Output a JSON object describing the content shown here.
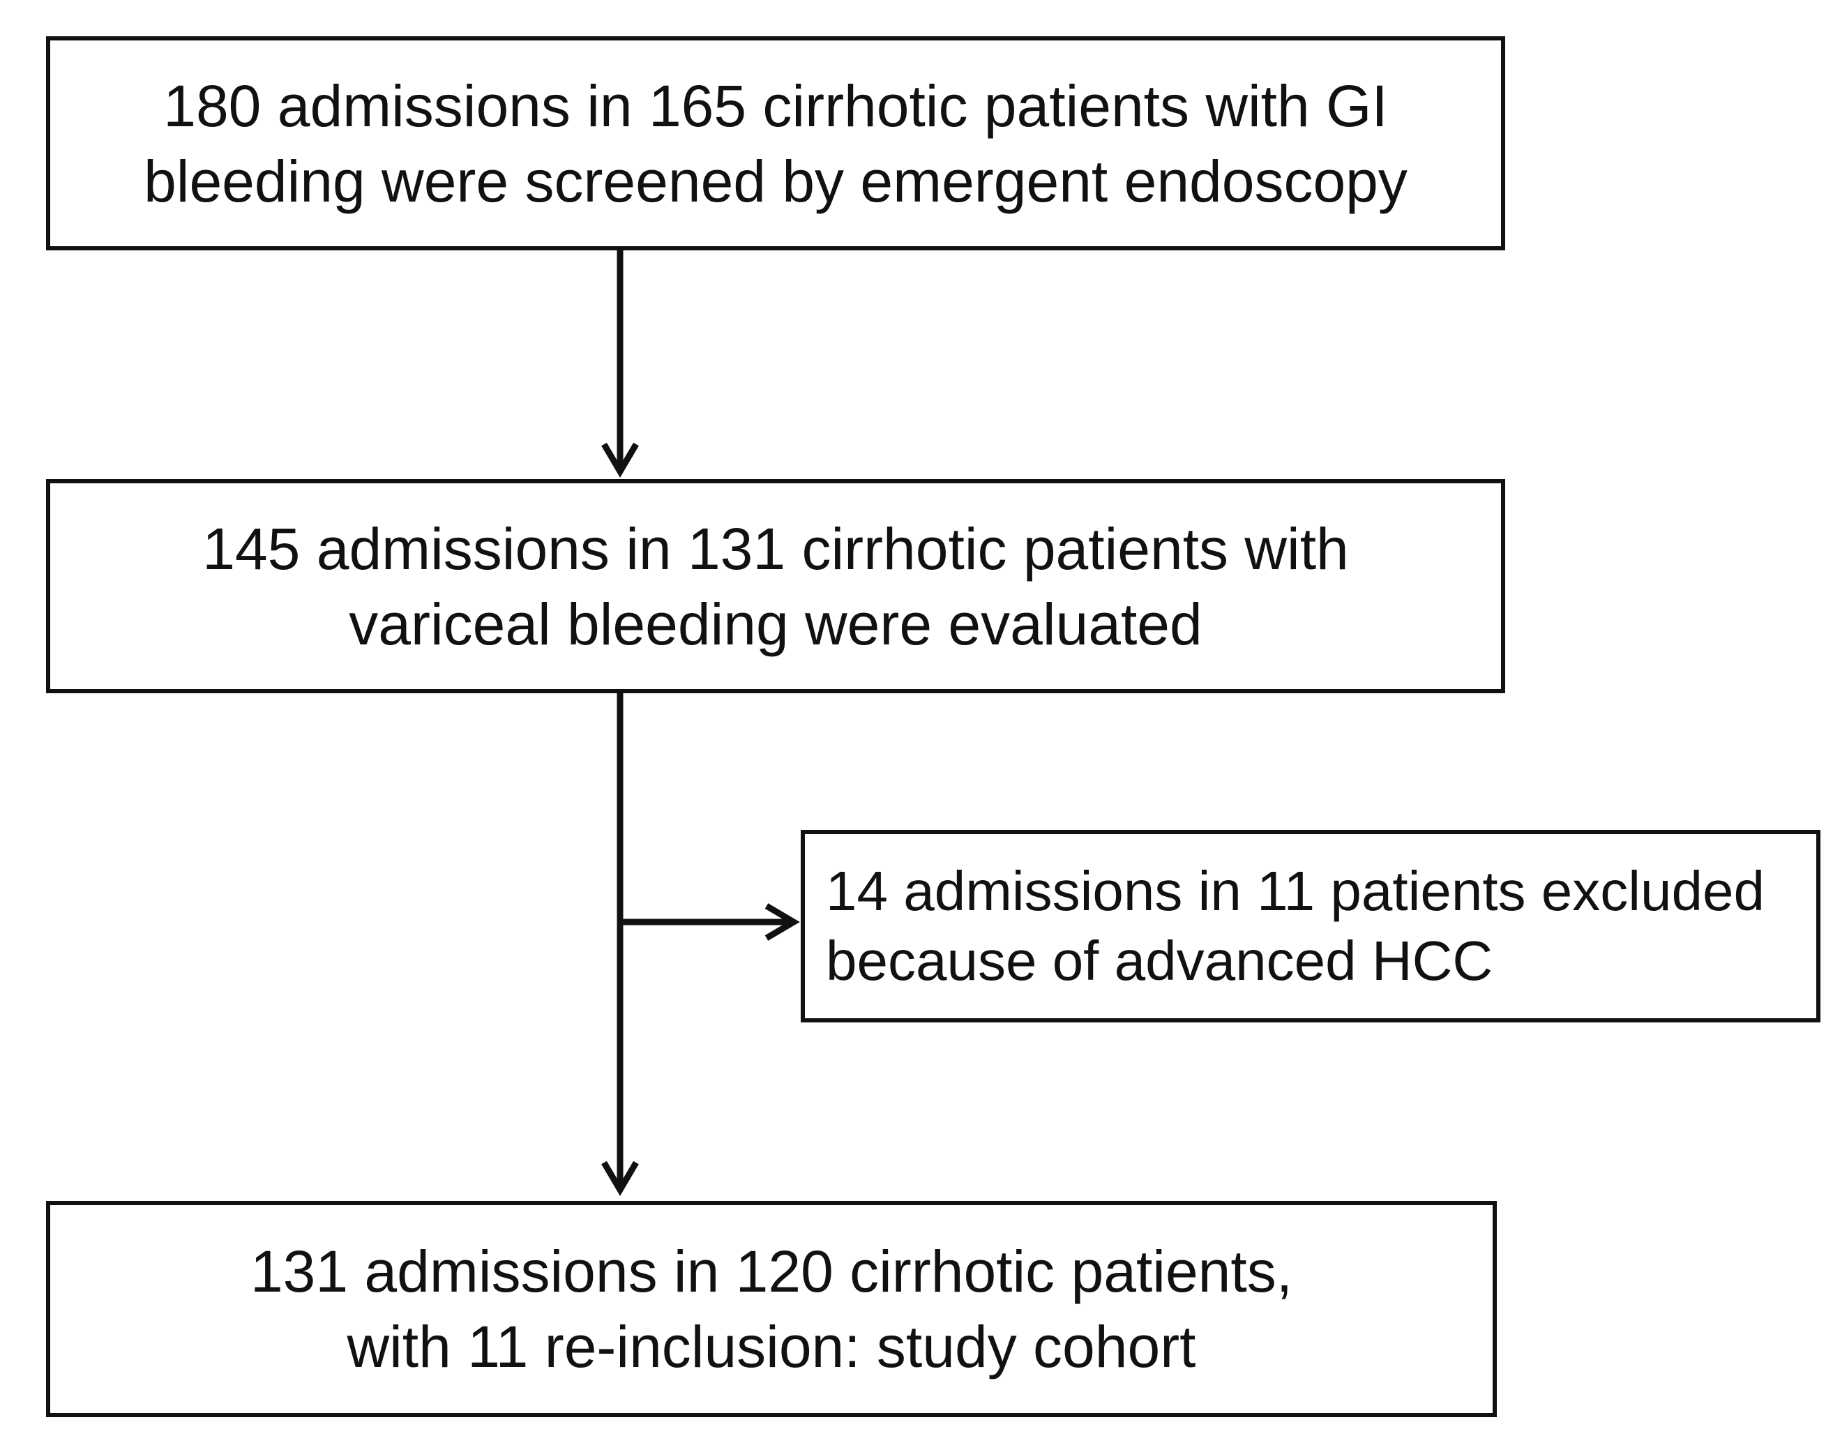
{
  "flowchart": {
    "step1": {
      "lines": [
        "180 admissions in 165 cirrhotic patients with GI",
        "bleeding were screened by emergent endoscopy"
      ]
    },
    "step2": {
      "lines": [
        "145 admissions in 131 cirrhotic patients with",
        "variceal bleeding were evaluated"
      ]
    },
    "exclusion": {
      "lines": [
        "14 admissions in 11 patients excluded",
        "because of advanced HCC"
      ]
    },
    "step3": {
      "lines": [
        "131 admissions in 120 cirrhotic patients,",
        "with 11 re-inclusion: study cohort"
      ]
    }
  }
}
